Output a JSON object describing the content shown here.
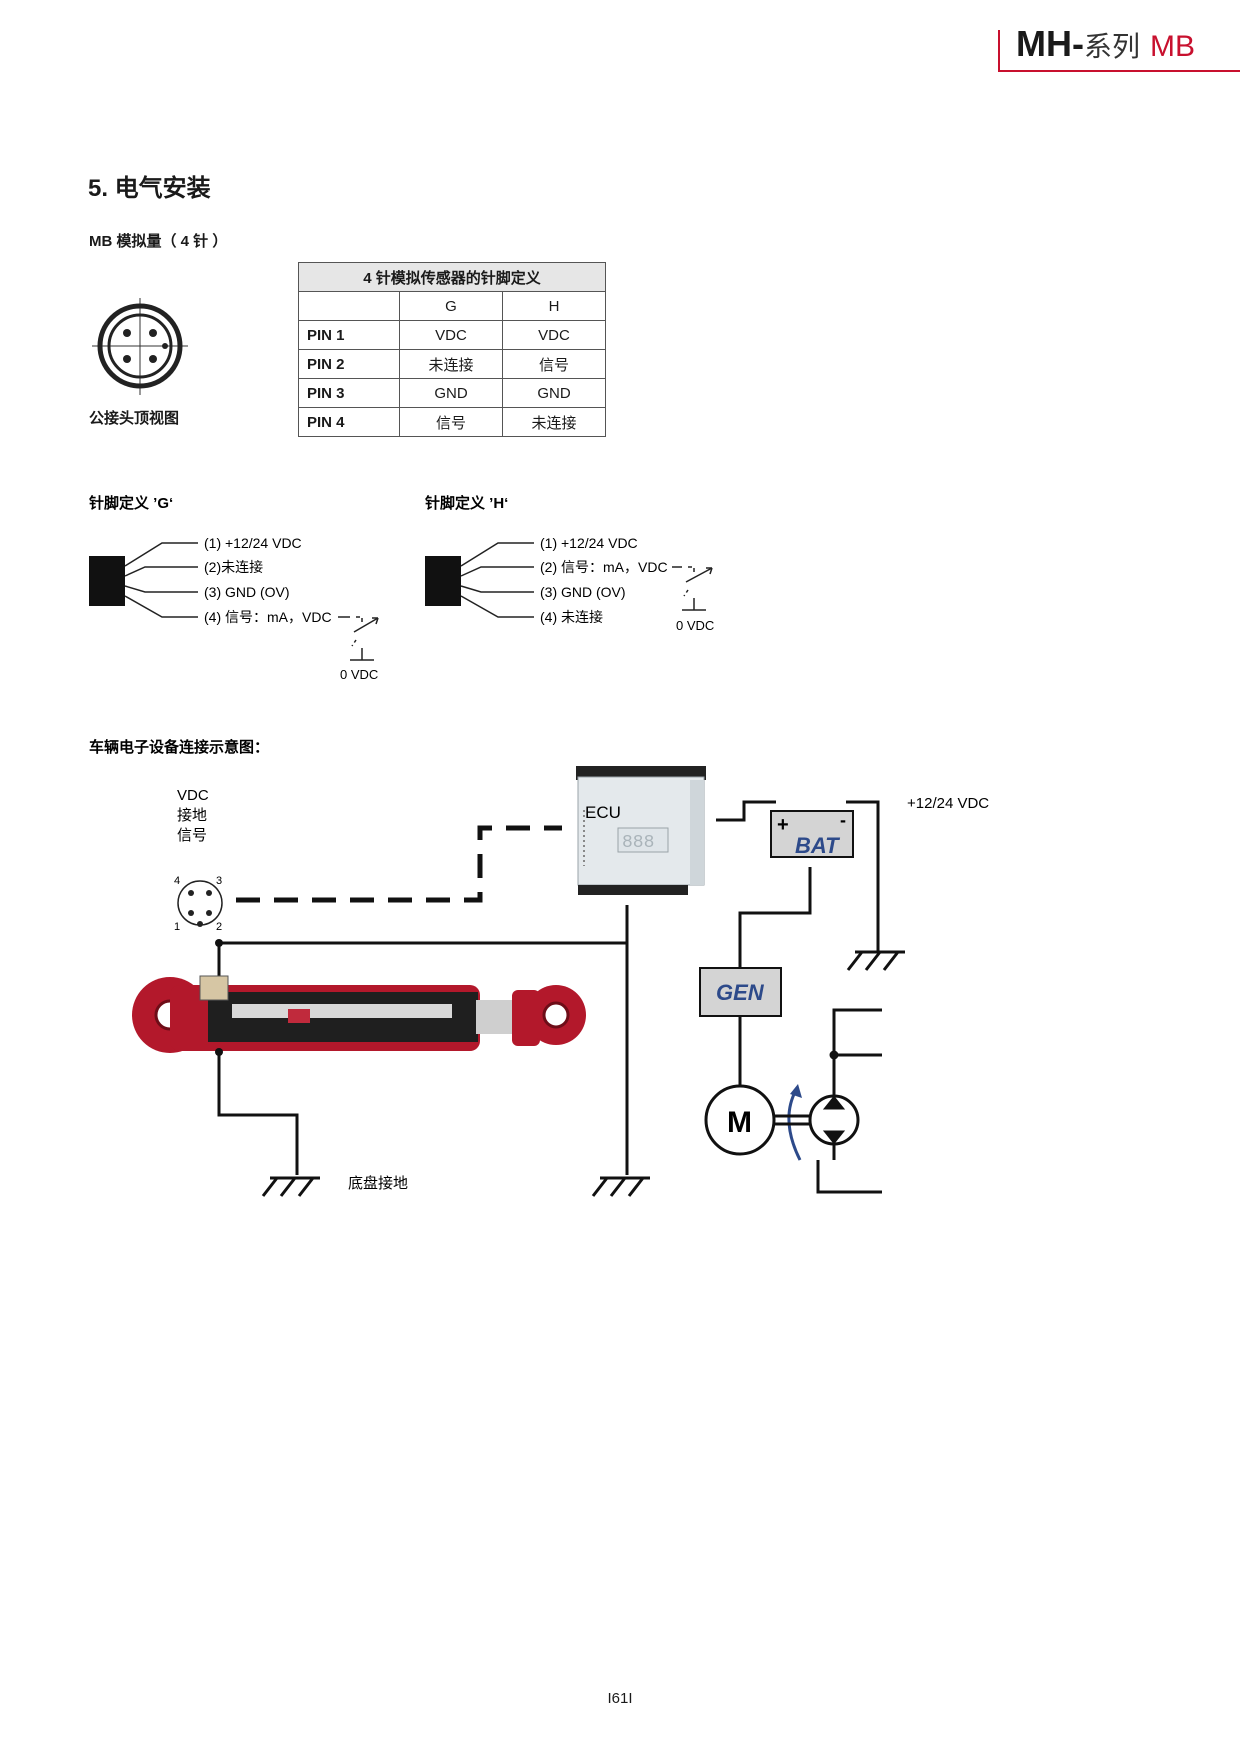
{
  "header": {
    "brand": "MH-",
    "series": "系列",
    "product": "MB"
  },
  "section": {
    "title": "5. 电气安装",
    "subtitle": "MB 模拟量（ 4 针 ）",
    "connector_caption": "公接头顶视图"
  },
  "pin_table": {
    "title": "4 针模拟传感器的针脚定义",
    "columns": [
      "",
      "G",
      "H"
    ],
    "rows": [
      [
        "PIN 1",
        "VDC",
        "VDC"
      ],
      [
        "PIN 2",
        "未连接",
        "信号"
      ],
      [
        "PIN 3",
        "GND",
        "GND"
      ],
      [
        "PIN 4",
        "信号",
        "未连接"
      ]
    ]
  },
  "wiring_g": {
    "title": "针脚定义 ’G‘",
    "wires": [
      "(1) +12/24 VDC",
      "(2)未连接",
      "(3) GND (OV)",
      "(4) 信号：mA，VDC"
    ],
    "ground_label": "0 VDC"
  },
  "wiring_h": {
    "title": "针脚定义 ’H‘",
    "wires": [
      "(1) +12/24 VDC",
      "(2) 信号：mA，VDC",
      "(3) GND (OV)",
      "(4) 未连接"
    ],
    "ground_label": "0 VDC"
  },
  "vehicle": {
    "title": "车辆电子设备连接示意图：",
    "legend": [
      "VDC",
      "接地",
      "信号"
    ],
    "connector_pins": [
      "4",
      "3",
      "1",
      "2"
    ],
    "ecu_label": "ECU",
    "ecu_display": "888",
    "battery_label": "BAT",
    "battery_plus": "+",
    "battery_minus": "-",
    "supply_label": "+12/24 VDC",
    "generator_label": "GEN",
    "motor_label": "M",
    "chassis_ground_label": "底盘接地"
  },
  "colors": {
    "accent": "#c8102e",
    "cylinder": "#b3182b",
    "gen_bat_text": "#2d4a8a"
  },
  "page_number": "I61I"
}
